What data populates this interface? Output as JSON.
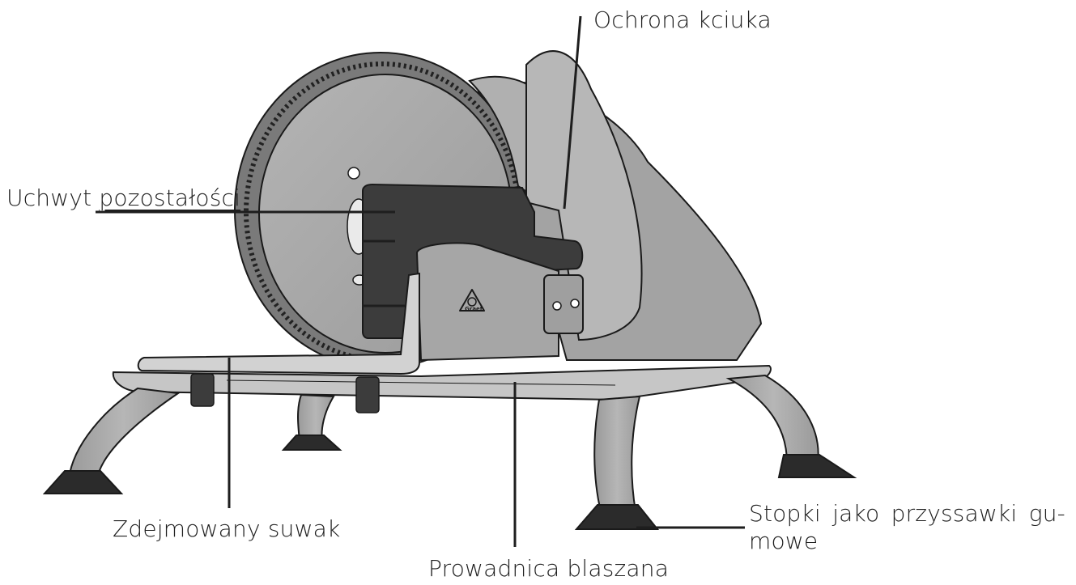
{
  "colors": {
    "background": "#ffffff",
    "metal": "#a7a7a7",
    "metal_dark": "#8f8f8f",
    "dark_part": "#3c3c3c",
    "rubber": "#2b2b2b",
    "outline": "#1a1a1a"
  },
  "labels": {
    "thumb_guard": "Ochrona kciuka",
    "remnant_holder_prefix": "Uchwyt ",
    "remnant_holder_underlined": "pozostałości",
    "removable_slider": "Zdejmowany suwak",
    "sheet_guide": "Prowadnica blaszana",
    "feet_line1": "Stopki jako przyssawki gu-",
    "feet_line2": "mowe"
  },
  "logo": {
    "text": "Graef"
  }
}
